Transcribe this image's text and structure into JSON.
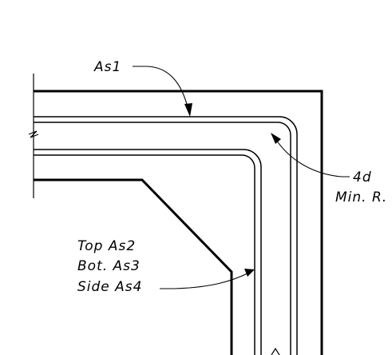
{
  "labels": {
    "as1": "As1",
    "min_radius_line1": "4d",
    "min_radius_line2": "Min. R.",
    "top": "Top As2",
    "bottom": "Bot. As3",
    "side": "Side As4"
  }
}
